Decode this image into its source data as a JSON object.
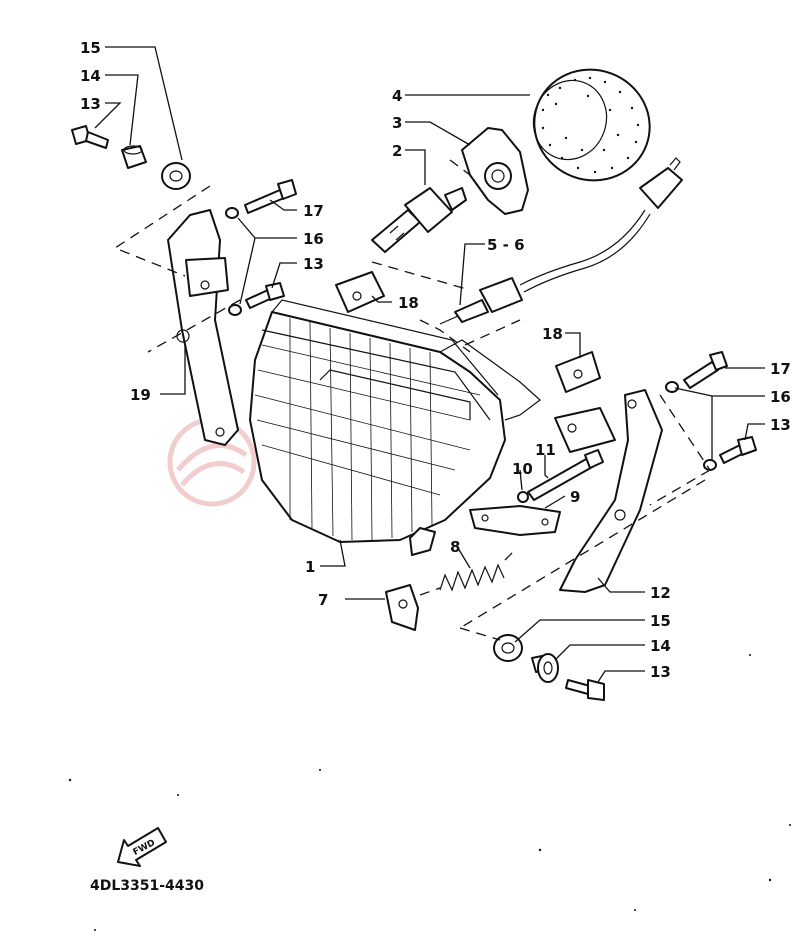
{
  "diagram": {
    "part_code": "4DL3351-4430",
    "fwd_label": "FWD",
    "callouts": {
      "c15_top": "15",
      "c14_top": "14",
      "c13_top": "13",
      "c4": "4",
      "c3": "3",
      "c2": "2",
      "c5_6": "5 - 6",
      "c17_left": "17",
      "c16_left": "16",
      "c13_left": "13",
      "c18_left": "18",
      "c19": "19",
      "c1": "1",
      "c18_right": "18",
      "c17_right": "17",
      "c16_right": "16",
      "c13_right": "13",
      "c11": "11",
      "c10": "10",
      "c9": "9",
      "c8": "8",
      "c7": "7",
      "c12": "12",
      "c15_bottom": "15",
      "c14_bottom": "14",
      "c13_bottom": "13"
    }
  }
}
